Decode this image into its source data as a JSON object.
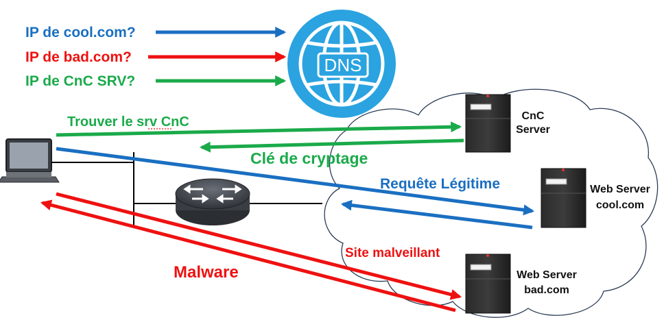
{
  "dns_queries": [
    {
      "text": "IP de cool.com?",
      "color": "#1a6fc1"
    },
    {
      "text": "IP de bad.com?",
      "color": "#ee1111"
    },
    {
      "text": "IP de CnC SRV?",
      "color": "#1aaa4a"
    }
  ],
  "dns": {
    "label": "DNS",
    "color": "#2aa3e0"
  },
  "servers": {
    "cnc": {
      "line1": "CnC",
      "line2": "Server"
    },
    "cool": {
      "line1": "Web Server",
      "line2": "cool.com"
    },
    "bad": {
      "line1": "Web Server",
      "line2": "bad.com"
    }
  },
  "flows": {
    "find_cnc": {
      "text": "Trouver le srv CnC",
      "color": "#1aaa4a"
    },
    "key": {
      "text": "Clé de cryptage",
      "color": "#1aaa4a"
    },
    "legit": {
      "text": "Requête Légitime",
      "color": "#1a6fc1"
    },
    "malicious": {
      "text": "Site malveillant",
      "color": "#ee1111"
    },
    "malware": {
      "text": "Malware",
      "color": "#ee1111"
    }
  }
}
